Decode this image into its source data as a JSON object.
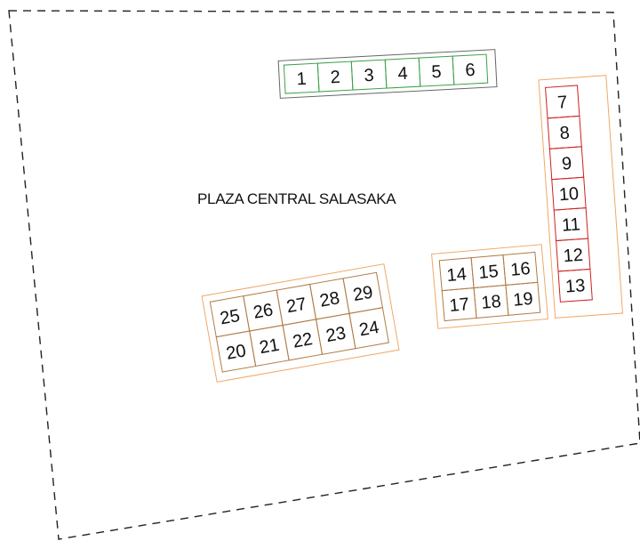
{
  "plaza": {
    "label": "PLAZA CENTRAL SALASAKA"
  },
  "colors": {
    "boundary": "#222222",
    "green_group_frame": "#666666",
    "green_stall": "#3aa148",
    "red_group_frame": "#f0a868",
    "red_stall": "#cc2222",
    "orange_group_frame": "#f0a868",
    "orange_stall": "#b07b45"
  },
  "groups": [
    {
      "id": "north",
      "color": "green",
      "stalls": [
        "1",
        "2",
        "3",
        "4",
        "5",
        "6"
      ]
    },
    {
      "id": "east",
      "color": "red",
      "stalls": [
        "7",
        "8",
        "9",
        "10",
        "11",
        "12",
        "13"
      ]
    },
    {
      "id": "center",
      "color": "orange",
      "stalls": [
        "14",
        "15",
        "16",
        "17",
        "18",
        "19"
      ]
    },
    {
      "id": "southwest",
      "color": "orange",
      "stalls": [
        "25",
        "26",
        "27",
        "28",
        "29",
        "20",
        "21",
        "22",
        "23",
        "24"
      ]
    }
  ]
}
